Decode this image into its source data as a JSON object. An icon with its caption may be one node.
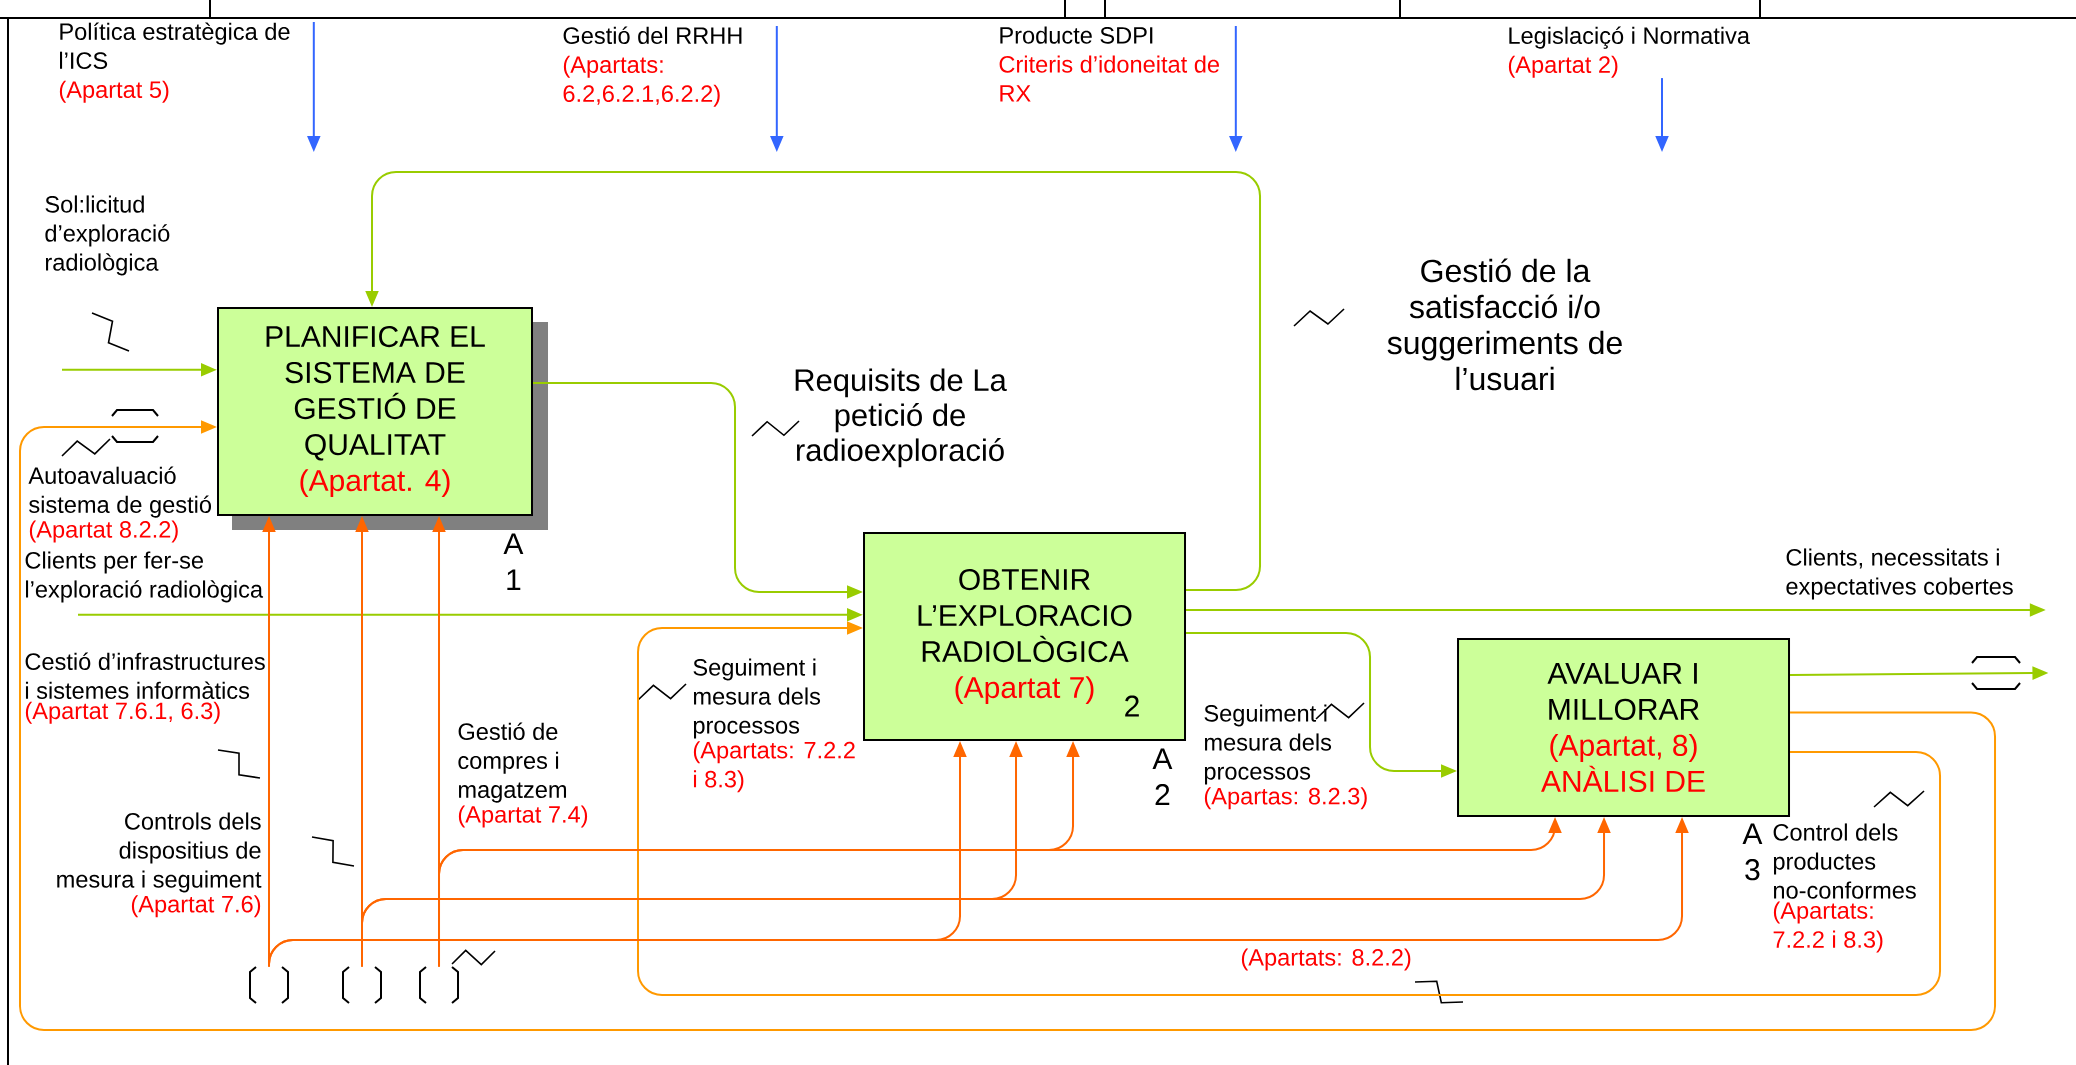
{
  "diagram": {
    "nodes": [
      {
        "text": [
          "PLANIFICAR EL SISTEMA DE GESTIÓ DE QUALITAT",
          "(Apartat. 4)"
        ],
        "beside": [
          "A 1"
        ]
      },
      {
        "text": [
          "OBTENIR L’EXPLORACIO RADIOLÒGICA",
          "(Apartat 7)",
          "2"
        ],
        "beside": [
          "A 2"
        ]
      },
      {
        "text": [
          "AVALUAR I MILLORAR",
          "(Apartat, 8)",
          "ANÀLISI DE"
        ],
        "beside": [
          "A 3"
        ]
      },
      {
        "text": [
          "Política estratègica de l’ICS",
          "(Apartat 5)"
        ]
      },
      {
        "text": [
          "Gestió del RRHH",
          "(Apartats: 6.2,6.2.1,6.2.2)"
        ]
      },
      {
        "text": [
          "Producte SDPI",
          "Criteris d’idoneitat de RX"
        ]
      },
      {
        "text": [
          "Legislaciçó i Normativa",
          "(Apartat 2)"
        ]
      },
      {
        "text": [
          "Sol:licitud d’exploració radiològica"
        ]
      },
      {
        "text": [
          "Clients per fer-se l’exploració radiològica"
        ]
      },
      {
        "text": [],
        "shape": "bracket"
      },
      {
        "text": [],
        "shape": "bracket"
      },
      {
        "text": [],
        "shape": "bracket"
      },
      {
        "text": [],
        "shape": "bracket"
      },
      {
        "text": [
          "Clients, necessitats i expectatives cobertes"
        ]
      }
    ],
    "edges": [
      {
        "from": 3,
        "to": null,
        "arrow": "to",
        "color": "#3366ff"
      },
      {
        "from": 4,
        "to": null,
        "arrow": "to",
        "color": "#3366ff"
      },
      {
        "from": 5,
        "to": null,
        "arrow": "to",
        "color": "#3366ff"
      },
      {
        "from": 6,
        "to": null,
        "arrow": "to",
        "color": "#3366ff"
      },
      {
        "from": 7,
        "to": 0,
        "arrow": "to",
        "color": "#99cc00"
      },
      {
        "from": 1,
        "to": 0,
        "arrow": "to",
        "color": "#99cc00"
      },
      {
        "from": 0,
        "to": 1,
        "arrow": "to",
        "color": "#99cc00"
      },
      {
        "from": 8,
        "to": 1,
        "arrow": "to",
        "color": "#99cc00"
      },
      {
        "from": 1,
        "to": 2,
        "arrow": "to",
        "color": "#99cc00"
      },
      {
        "from": 1,
        "to": 13,
        "arrow": "to",
        "color": "#99cc00"
      },
      {
        "from": 2,
        "to": 12,
        "arrow": "to",
        "color": "#99cc00"
      },
      {
        "from": 2,
        "to": 0,
        "arrow": "to",
        "color": "#ff9900"
      },
      {
        "from": 2,
        "to": 1,
        "arrow": "to",
        "color": "#ff9900"
      },
      {
        "from": 9,
        "to": 0,
        "arrow": "to"
      },
      {
        "from": 9,
        "to": 1,
        "arrow": "to"
      },
      {
        "from": 9,
        "to": 2,
        "arrow": "to"
      },
      {
        "from": 10,
        "to": 0,
        "arrow": "to"
      },
      {
        "from": 10,
        "to": 1,
        "arrow": "to"
      },
      {
        "from": 10,
        "to": 2,
        "arrow": "to"
      },
      {
        "from": 11,
        "to": 0,
        "arrow": "to"
      },
      {
        "from": 11,
        "to": 1,
        "arrow": "to"
      },
      {
        "from": 11,
        "to": 2,
        "arrow": "to"
      }
    ],
    "labels": [
      "Gestió de la satisfacció i/o suggeriments de l’usuari",
      "Requisits de La petició de radioexploració",
      "Autoavaluació sistema de gestió",
      "(Apartat 8.2.2)",
      "Cestió d’infrastructures i sistemes informàtics",
      "(Apartat 7.6.1, 6.3)",
      "Seguiment i mesura dels processos",
      "(Apartats: 7.2.2 i 8.3)",
      "Seguiment i mesura dels processos",
      "(Apartas: 8.2.3)",
      "Controls dels dispositius de mesura i seguiment",
      "(Apartat 7.6)",
      "Control dels productes no-conformes",
      "(Apartats: 7.2.2 i 8.3)",
      "Gestió de compres i magatzem",
      "(Apartat 7.4)",
      "(Apartats: 8.2.2)"
    ]
  }
}
